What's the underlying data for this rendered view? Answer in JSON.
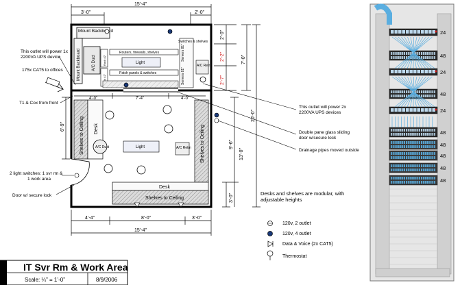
{
  "title_block": {
    "title": "IT Svr Rm & Work Area",
    "scale": "Scale: ¼” = 1’-0”",
    "date": "8/9/2006"
  },
  "dimensions": {
    "top_total": "15’-4”",
    "top_left": "3’-0”",
    "top_right": "2’-0”",
    "right_a": "2’-0”",
    "right_b": "2’-2”",
    "right_c": "2’-7”",
    "right_d": "7’-0”",
    "right_total": "20’-0”",
    "left_mid": "6’-9”",
    "right_mid": "9’-6”",
    "right_lower": "13’-0”",
    "right_bottom": "3’-0”",
    "mid_left": "4’-0”",
    "mid_center": "7’-4”",
    "mid_right": "4’-0”",
    "bottom_left": "4’-4”",
    "bottom_center": "8’-0”",
    "bottom_right": "3’-0”",
    "bottom_total": "15’-4”"
  },
  "room_labels": {
    "mount_backboard_top": "Mount Backboard",
    "mount_backboard_side": "Mount Backboard",
    "ac_duct_top": "A/C Duct",
    "routers": "Routers, firewalls, shelves",
    "light_top": "Light",
    "patch_panels": "Patch panels & switches",
    "switches_shelves": "Switches & shelves",
    "servers_1": "Servers 81”",
    "servers_2": "Servers 81”",
    "ac_return_top": "A/C Retrn",
    "shelves_left": "Shelves to Ceiling",
    "desk_left": "Desk",
    "ac_duct_bottom": "A/C Duct",
    "light_bottom": "Light",
    "ac_return_bottom": "A/C Retrn",
    "shelves_right": "Shelves to Ceiling",
    "desk_bottom": "Desk",
    "shelves_bottom": "Shelves to Ceiling",
    "mini_rack_label_1": "Rack 42”",
    "mini_rack_label_2": "Rack 42”"
  },
  "callouts": {
    "ups_1": "This outlet will power 1x 2200VA UPS device",
    "cat5": "175x CAT5 to offices",
    "t1": "T1 & Cox from front",
    "ups_2": "This outlet will power 2x 2200VA UPS devices",
    "glass_door": "Double pane glass sliding door w/secure lock",
    "drainage": "Drainage pipes moved outside",
    "switches_light": "2 light switches: 1 svr rm & 1 work area",
    "door": "Door w/ secure lock",
    "modular": "Desks and shelves are modular, with adjustable heights"
  },
  "legend": {
    "items": [
      {
        "icon": "outlet-2-icon",
        "label": "120v, 2 outlet"
      },
      {
        "icon": "outlet-4-icon",
        "label": "120v, 4 outlet"
      },
      {
        "icon": "data-voice-icon",
        "label": "Data & Voice (2x CAT5)"
      },
      {
        "icon": "thermostat-icon",
        "label": "Thermostat"
      }
    ]
  },
  "rack": {
    "port_counts": [
      "24",
      "48",
      "24",
      "48",
      "24",
      "48",
      "48",
      "48",
      "48",
      "48"
    ],
    "colors": {
      "frame": "#c8c8c8",
      "cable": "#5aaee0",
      "panel": "#2a2a2a",
      "accent_red": "#d42020"
    }
  }
}
